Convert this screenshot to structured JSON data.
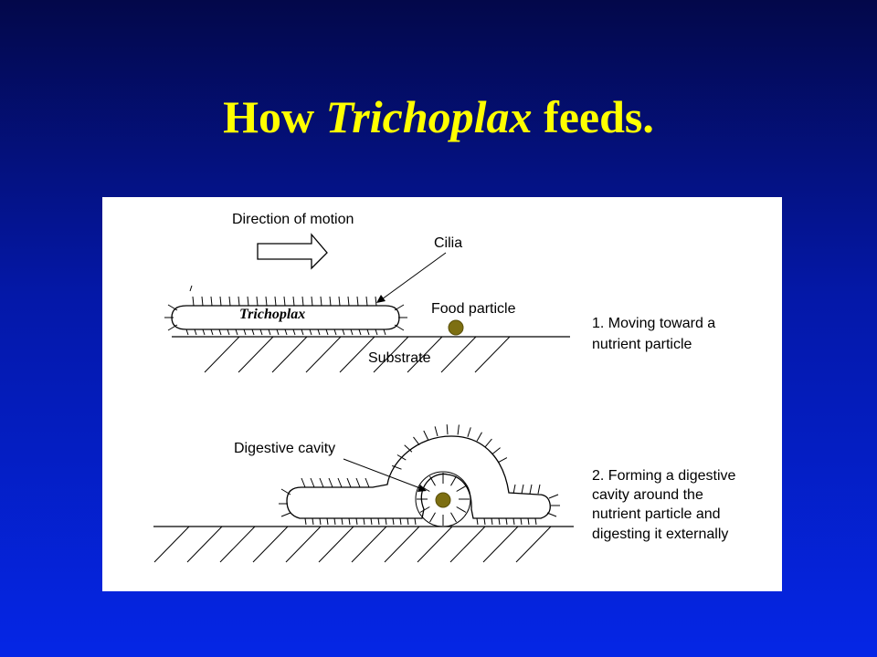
{
  "title": {
    "prefix": "How ",
    "italic": "Trichoplax",
    "suffix": " feeds."
  },
  "diagram": {
    "stage1": {
      "direction_label": "Direction of motion",
      "cilia_label": "Cilia",
      "organism_label": "Trichoplax",
      "food_label": "Food particle",
      "substrate_label": "Substrate",
      "caption_line1": "1. Moving toward a",
      "caption_line2": "nutrient particle"
    },
    "stage2": {
      "cavity_label": "Digestive cavity",
      "caption_line1": "2. Forming a digestive",
      "caption_line2": "cavity around the",
      "caption_line3": "nutrient particle and",
      "caption_line4": "digesting it externally"
    },
    "colors": {
      "food_particle": "#7d6f12",
      "title": "#ffff00",
      "background_top": "#03084a",
      "background_bottom": "#0526e6"
    }
  }
}
